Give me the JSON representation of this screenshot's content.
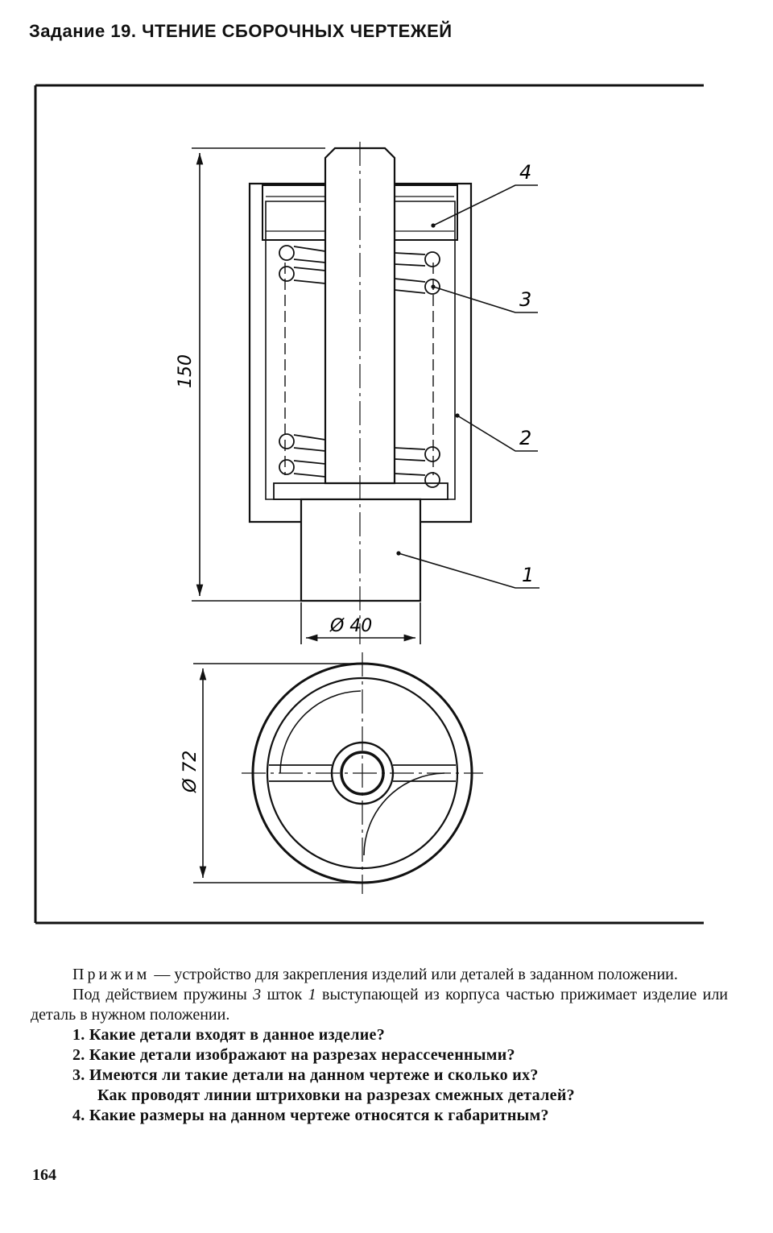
{
  "header": {
    "title": "Задание 19. ЧТЕНИЕ СБОРОЧНЫХ ЧЕРТЕЖЕЙ"
  },
  "drawing": {
    "leaders": [
      "4",
      "3",
      "2",
      "1"
    ],
    "dim_height": "150",
    "dim_diameter_shaft": "Ø 40",
    "dim_diameter_body": "Ø 72"
  },
  "text": {
    "para1_term": "Прижим",
    "para1_rest": " — устройство для закрепления изделий или деталей в заданном положении.",
    "para2_a": "Под действием пружины ",
    "para2_n3": "3",
    "para2_b": " шток ",
    "para2_n1": "1",
    "para2_c": " выступающей из корпуса частью прижимает изделие или деталь в нужном положении.",
    "questions": [
      "1. Какие детали входят в данное изделие?",
      "2. Какие детали изображают на разрезах нерассеченными?",
      "3. Имеются ли такие детали на данном чертеже и сколько их?",
      "Как проводят линии штриховки на разрезах смежных деталей?",
      "4. Какие размеры на данном чертеже относятся к габаритным?"
    ]
  },
  "footer": {
    "page_number": "164"
  }
}
